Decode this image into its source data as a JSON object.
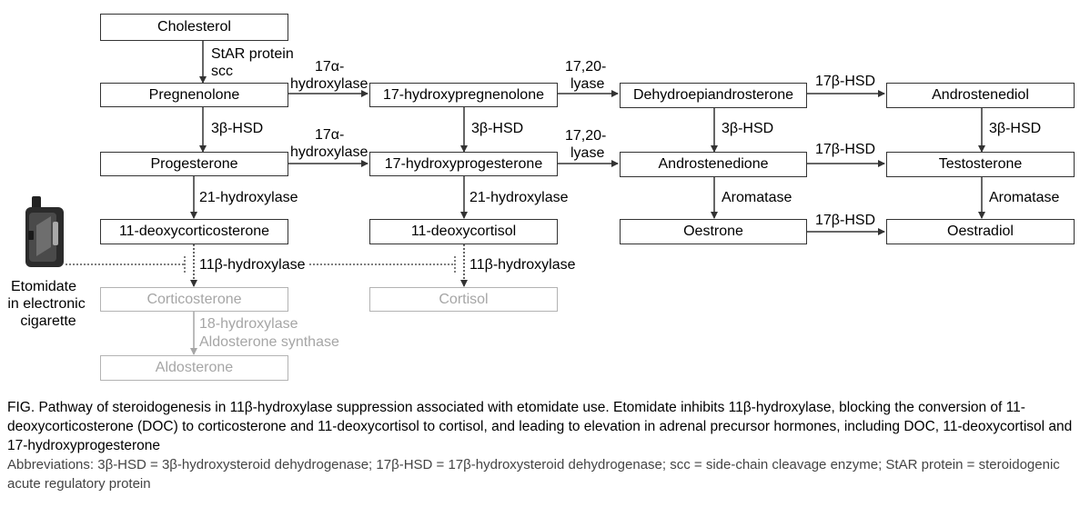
{
  "nodes": {
    "cholesterol": "Cholesterol",
    "pregnenolone": "Pregnenolone",
    "hydroxypregnenolone": "17-hydroxypregnenolone",
    "dhea": "Dehydroepiandrosterone",
    "androstenediol": "Androstenediol",
    "progesterone": "Progesterone",
    "hydroxyprogesterone": "17-hydroxyprogesterone",
    "androstenedione": "Androstenedione",
    "testosterone": "Testosterone",
    "deoxycorticosterone": "11-deoxycorticosterone",
    "deoxycortisol": "11-deoxycortisol",
    "oestrone": "Oestrone",
    "oestradiol": "Oestradiol",
    "corticosterone": "Corticosterone",
    "cortisol": "Cortisol",
    "aldosterone": "Aldosterone"
  },
  "enzymes": {
    "star_line1": "StAR protein",
    "star_line2": "scc",
    "alpha17_a_line1": "17α-",
    "alpha17_a_line2": "hydroxylase",
    "alpha17_b_line1": "17α-",
    "alpha17_b_line2": "hydroxylase",
    "lyase_a_line1": "17,20-",
    "lyase_a_line2": "lyase",
    "lyase_b_line1": "17,20-",
    "lyase_b_line2": "lyase",
    "hsd17_a": "17β-HSD",
    "hsd17_b": "17β-HSD",
    "hsd17_c": "17β-HSD",
    "hsd3_a": "3β-HSD",
    "hsd3_b": "3β-HSD",
    "hsd3_c": "3β-HSD",
    "hsd3_d": "3β-HSD",
    "hydroxylase21_a": "21-hydroxylase",
    "hydroxylase21_b": "21-hydroxylase",
    "aromatase_a": "Aromatase",
    "aromatase_b": "Aromatase",
    "hydroxylase11b_a": "11β-hydroxylase",
    "hydroxylase11b_b": "11β-hydroxylase",
    "hydroxylase18": "18-hydroxylase",
    "aldo_synthase": "Aldosterone synthase"
  },
  "inhibitor": {
    "line1": "Etomidate",
    "line2": "in electronic",
    "line3": "cigarette",
    "icon": "electronic-cigarette-icon"
  },
  "caption": {
    "main": "FIG.  Pathway of steroidogenesis in 11β-hydroxylase suppression associated with etomidate use. Etomidate inhibits 11β-hydroxylase, blocking the conversion of 11-deoxycorticosterone (DOC) to corticosterone and 11-deoxycortisol to cortisol, and leading to elevation in adrenal precursor hormones, including DOC, 11-deoxycortisol and 17-hydroxyprogesterone",
    "abbreviations": "Abbreviations: 3β-HSD = 3β-hydroxysteroid dehydrogenase; 17β-HSD = 17β-hydroxysteroid dehydrogenase; scc = side-chain cleavage enzyme; StAR protein = steroidogenic acute regulatory protein"
  },
  "colors": {
    "active": "#333333",
    "inactive": "#a6a6a6"
  }
}
